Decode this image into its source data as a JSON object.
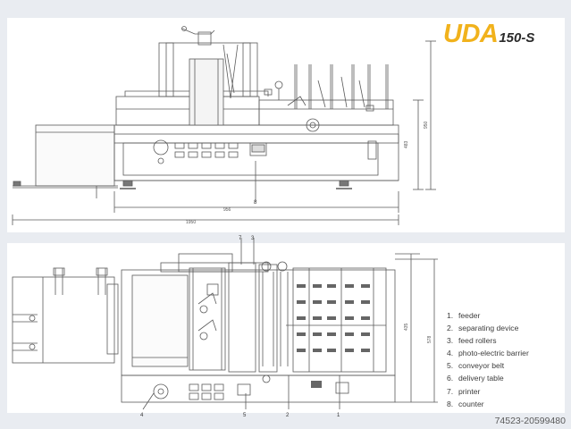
{
  "brand": {
    "name": "UDA",
    "model": "150-S"
  },
  "dimensions": {
    "total_width": "1950",
    "base_width": "956",
    "front_height": "483",
    "height": "950",
    "depth_inner": "435",
    "depth_outer": "578"
  },
  "callouts": {
    "c1": "1",
    "c2": "2",
    "c3": "3",
    "c4": "4",
    "c5": "5",
    "c7": "7",
    "c8": "8"
  },
  "legend": [
    {
      "num": "1.",
      "label": "feeder"
    },
    {
      "num": "2.",
      "label": "separating device"
    },
    {
      "num": "3.",
      "label": "feed rollers"
    },
    {
      "num": "4.",
      "label": "photo-electric barrier"
    },
    {
      "num": "5.",
      "label": "conveyor belt"
    },
    {
      "num": "6.",
      "label": "delivery table"
    },
    {
      "num": "7.",
      "label": "printer"
    },
    {
      "num": "8.",
      "label": "counter"
    }
  ],
  "watermark": "74523-20599480",
  "colors": {
    "brand_yellow": "#f1b21c",
    "line": "#555555",
    "panel_bg": "#ffffff",
    "page_bg": "#e9ecf1"
  }
}
